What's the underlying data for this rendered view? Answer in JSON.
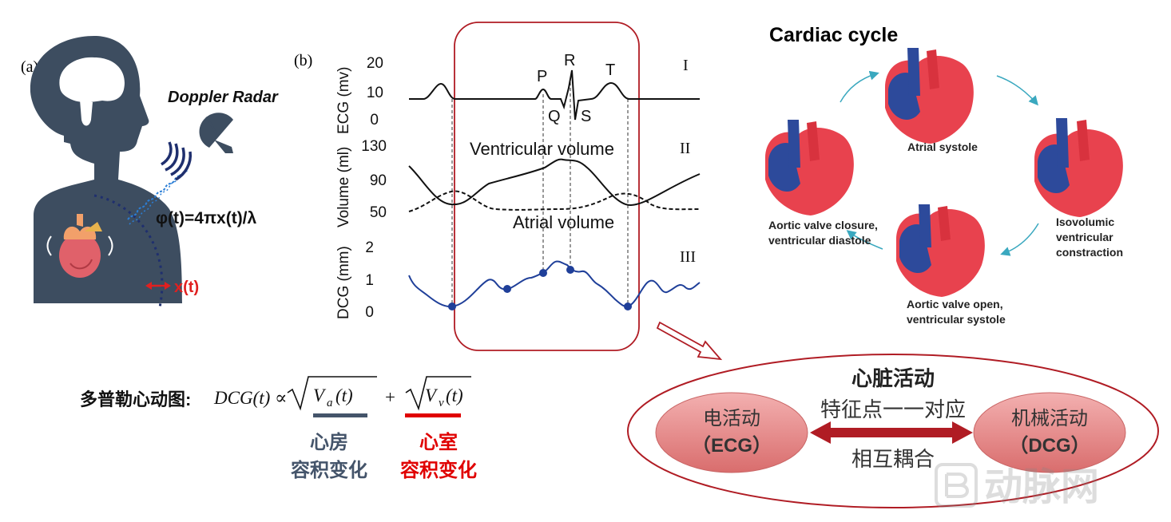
{
  "panel_a": {
    "label": "(a)",
    "radar_label": "Doppler Radar",
    "phase_equation": "φ(t)=4πx(t)/λ",
    "displacement_label": "x(t)"
  },
  "panel_b": {
    "label": "(b)",
    "ecg": {
      "axis_label": "ECG  (mv)",
      "ticks": [
        "20",
        "10",
        "0"
      ],
      "roman": "I",
      "waves": {
        "p": "P",
        "q": "Q",
        "r": "R",
        "s": "S",
        "t": "T"
      }
    },
    "volume": {
      "axis_label": "Volume (ml)",
      "ticks": [
        "130",
        "90",
        "50"
      ],
      "roman": "II",
      "ventricular_label": "Ventricular volume",
      "atrial_label": "Atrial volume"
    },
    "dcg": {
      "axis_label": "DCG  (mm)",
      "ticks": [
        "2",
        "1",
        "0"
      ],
      "roman": "III"
    }
  },
  "formula": {
    "prefix": "多普勒心动图:",
    "expression": "DCG(t) ∝",
    "term_atrial": "V",
    "term_atrial_sub": "a",
    "term_ventricular": "V",
    "term_ventricular_sub": "v",
    "arg": "(t)",
    "plus": "+",
    "atrial_caption_1": "心房",
    "atrial_caption_2": "容积变化",
    "ventricular_caption_1": "心室",
    "ventricular_caption_2": "容积变化",
    "atrial_color": "#44546a",
    "ventricular_color": "#e00000"
  },
  "cardiac_cycle": {
    "title": "Cardiac cycle",
    "stage_top": "Atrial systole",
    "stage_right_1": "Isovolumic",
    "stage_right_2": "ventricular",
    "stage_right_3": "constraction",
    "stage_bottom_1": "Aortic valve open,",
    "stage_bottom_2": "ventricular systole",
    "stage_left_1": "Aortic valve closure,",
    "stage_left_2": "ventricular diastole"
  },
  "heart_activity": {
    "title": "心脏活动",
    "electrical_1": "电活动",
    "electrical_2": "（ECG）",
    "mechanical_1": "机械活动",
    "mechanical_2": "（DCG）",
    "arrow_top": "特征点一一对应",
    "arrow_bottom": "相互耦合"
  },
  "watermark": "动脉网",
  "colors": {
    "silhouette": "#3d4d60",
    "accent_red": "#c0392b",
    "dcg_blue": "#1f3f99",
    "box_red": "#b01c24"
  }
}
